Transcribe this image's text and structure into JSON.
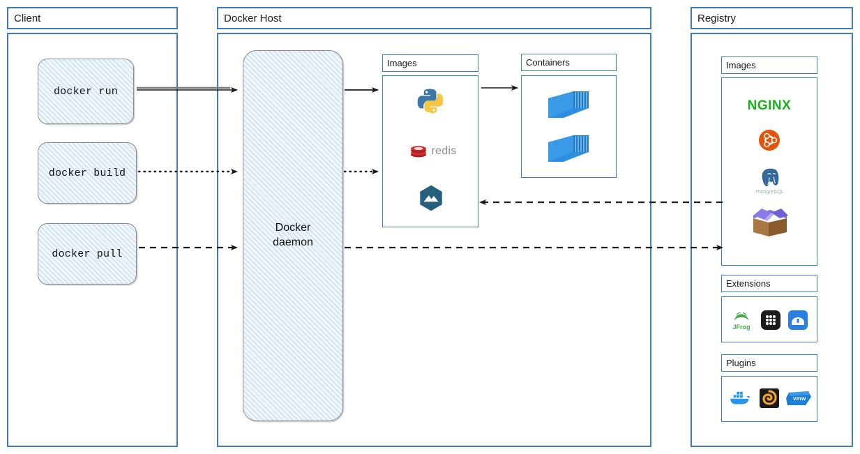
{
  "panels": {
    "client": {
      "title": "Client"
    },
    "host": {
      "title": "Docker Host"
    },
    "registry": {
      "title": "Registry"
    }
  },
  "client": {
    "commands": [
      {
        "label": "docker run",
        "name": "docker-run-box"
      },
      {
        "label": "docker build",
        "name": "docker-build-box"
      },
      {
        "label": "docker pull",
        "name": "docker-pull-box"
      }
    ]
  },
  "host": {
    "daemon": {
      "line1": "Docker",
      "line2": "daemon"
    },
    "images": {
      "title": "Images",
      "items": [
        {
          "name": "python-logo",
          "label": "python"
        },
        {
          "name": "redis-logo",
          "label": "redis"
        },
        {
          "name": "minio-logo",
          "label": "minio"
        }
      ]
    },
    "containers": {
      "title": "Containers",
      "items": [
        {
          "name": "container-box-icon",
          "label": "container"
        },
        {
          "name": "container-box-icon",
          "label": "container"
        }
      ]
    }
  },
  "registry": {
    "images": {
      "title": "Images",
      "items": [
        {
          "name": "nginx-logo",
          "label": "NGINX"
        },
        {
          "name": "ubuntu-logo",
          "label": "ubuntu"
        },
        {
          "name": "postgresql-logo",
          "label": "PostgreSQL"
        },
        {
          "name": "package-box-logo",
          "label": "package"
        }
      ]
    },
    "extensions": {
      "title": "Extensions",
      "items": [
        {
          "name": "jfrog-logo",
          "label": "JFrog"
        },
        {
          "name": "grid-apps-icon",
          "label": "apps"
        },
        {
          "name": "portainer-logo",
          "label": "portainer"
        }
      ]
    },
    "plugins": {
      "title": "Plugins",
      "items": [
        {
          "name": "docker-whale-logo",
          "label": "docker"
        },
        {
          "name": "grafana-logo",
          "label": "grafana"
        },
        {
          "name": "vmware-logo",
          "label": "vmw"
        }
      ]
    }
  },
  "colors": {
    "panel_border": "#3d7bbf",
    "hatch_fill": "#eef6fc",
    "hatch_border": "#8a8a8a",
    "arrow": "#1a1a1a",
    "nginx_green": "#18b218",
    "ubuntu_orange": "#e3540b",
    "redis_red": "#d8282a",
    "container_blue": "#2a8fe0",
    "minio_blue": "#26607f"
  }
}
